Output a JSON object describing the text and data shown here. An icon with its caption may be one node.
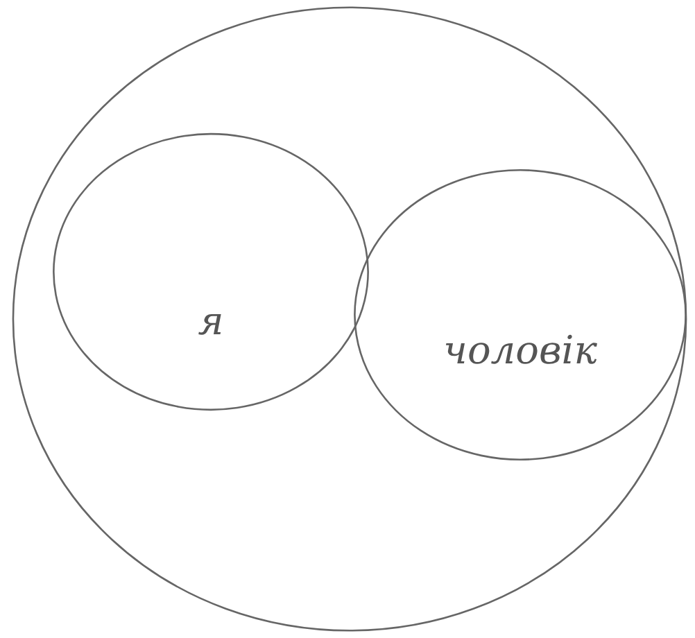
{
  "diagram": {
    "nodes": [
      {
        "text": [],
        "shape": "circle"
      },
      {
        "text": [
          "я"
        ],
        "in": 0
      },
      {
        "text": [
          "чоловік"
        ],
        "in": 0
      }
    ]
  }
}
